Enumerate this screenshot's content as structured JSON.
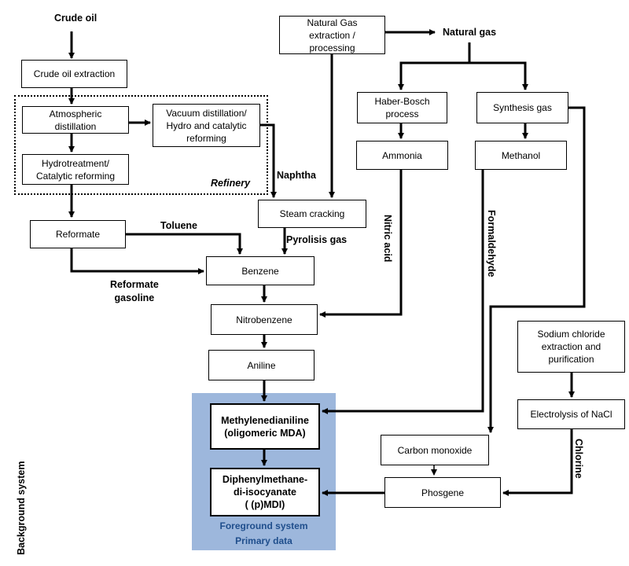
{
  "labels": {
    "crude_oil": "Crude oil",
    "natural_gas": "Natural gas",
    "refinery": "Refinery",
    "naphtha": "Naphtha",
    "toluene": "Toluene",
    "pyrolisis_gas": "Pyrolisis gas",
    "reformate_gasoline": "Reformate\ngasoline",
    "nitric_acid": "Nitric acid",
    "formaldehyde": "Formaldehyde",
    "chlorine": "Chlorine",
    "background_system": "Background system",
    "foreground_system": "Foreground system",
    "primary_data": "Primary data"
  },
  "boxes": {
    "crude_oil_extraction": "Crude oil extraction",
    "natural_gas_extraction": "Natural Gas\nextraction /\nprocessing",
    "atmospheric_distillation": "Atmospheric\ndistillation",
    "vacuum_distillation": "Vacuum distillation/\nHydro and catalytic\nreforming",
    "hydrotreatment": "Hydrotreatment/\nCatalytic  reforming",
    "haber_bosch": "Haber-Bosch\nprocess",
    "synthesis_gas": "Synthesis gas",
    "ammonia": "Ammonia",
    "methanol": "Methanol",
    "steam_cracking": "Steam cracking",
    "reformate": "Reformate",
    "benzene": "Benzene",
    "nitrobenzene": "Nitrobenzene",
    "aniline": "Aniline",
    "sodium_chloride": "Sodium chloride\nextraction and\npurification",
    "methylenedianiline": "Methylenedianiline\n(oligomeric MDA)",
    "electrolysis": "Electrolysis of NaCl",
    "carbon_monoxide": "Carbon monoxide",
    "mdi": "Diphenylmethane-\ndi-isocyanate\n( (p)MDI)",
    "phosgene": "Phosgene"
  }
}
